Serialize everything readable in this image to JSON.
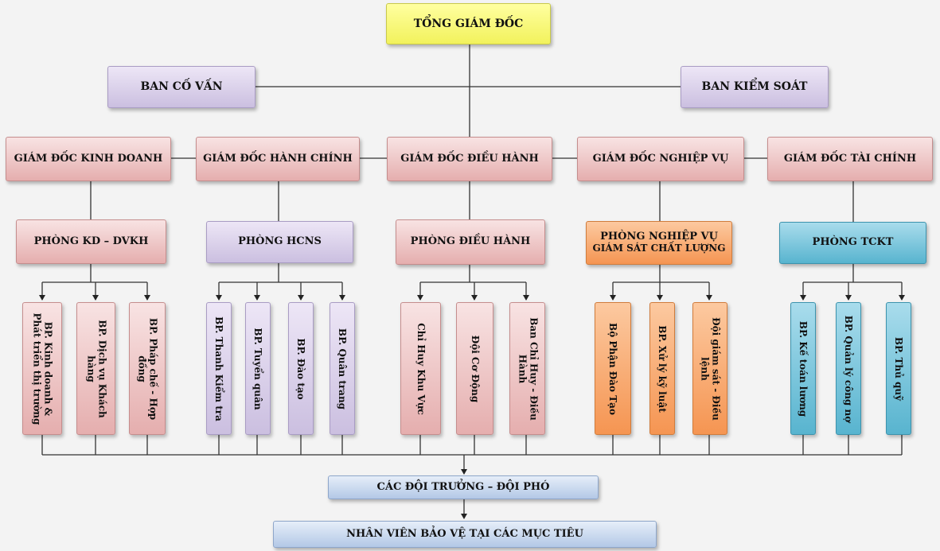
{
  "top": "TỔNG GIÁM ĐỐC",
  "advisory": "BAN CỐ VẤN",
  "control": "BAN KIỂM SOÁT",
  "directors": [
    "GIÁM ĐỐC KINH DOANH",
    "GIÁM ĐỐC HÀNH CHÍNH",
    "GIÁM ĐỐC ĐIỀU HÀNH",
    "GIÁM ĐỐC NGHIỆP VỤ",
    "GIÁM ĐỐC TÀI CHÍNH"
  ],
  "departments": [
    {
      "title": "PHÒNG KD – DVKH",
      "subtitle": ""
    },
    {
      "title": "PHÒNG HCNS",
      "subtitle": ""
    },
    {
      "title": "PHÒNG ĐIỀU HÀNH",
      "subtitle": ""
    },
    {
      "title": "PHÒNG NGHIỆP VỤ",
      "subtitle": "GIÁM SÁT CHẤT LƯỢNG"
    },
    {
      "title": "PHÒNG TCKT",
      "subtitle": ""
    }
  ],
  "units": [
    [
      "BP. Kinh doanh & Phát triển thị trường",
      "BP. Dịch vụ Khách hàng",
      "BP. Pháp chế - Hợp đồng"
    ],
    [
      "BP. Thanh Kiểm tra",
      "BP. Tuyển quân",
      "BP. Đào tạo",
      "BP. Quân trang"
    ],
    [
      "Chỉ Huy Khu Vực",
      "Đội Cơ Động",
      "Ban Chỉ Huy - Điều Hành"
    ],
    [
      "Bộ Phận Đào Tạo",
      "BP. Xử lý kỹ luật",
      "Đội giám sát - Điều lệnh"
    ],
    [
      "BP. Kế toán lương",
      "BP. Quản lý công nợ",
      "BP. Thủ quỹ"
    ]
  ],
  "team_leaders": "CÁC ĐỘI TRƯỞNG – ĐỘI PHÓ",
  "guards": "NHÂN VIÊN BẢO VỆ TẠI CÁC MỤC TIÊU",
  "colors": {
    "top": "#f2f25c",
    "advisory": "#cbbfe0",
    "director": "#e5aeae",
    "dept_kd": "#e5aeae",
    "dept_hcns": "#cbbfe0",
    "dept_dh": "#e5aeae",
    "dept_nv": "#f59552",
    "dept_tckt": "#58b4cf",
    "bottom": "#b3c8e6"
  }
}
